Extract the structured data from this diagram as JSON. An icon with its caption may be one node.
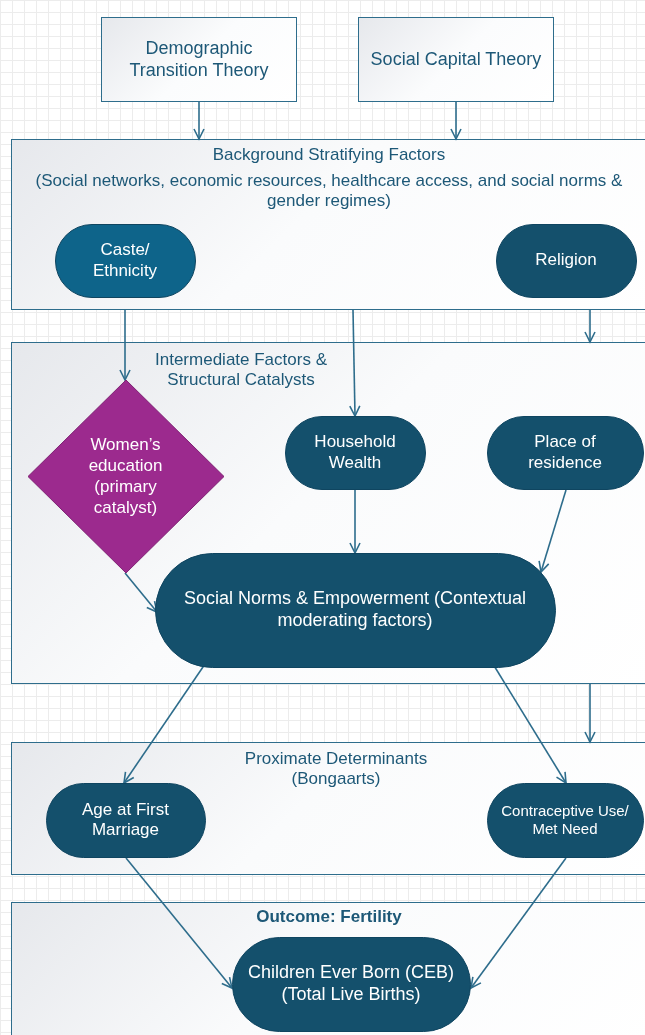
{
  "diagram": {
    "nodes": [
      {
        "text": [
          "Demographic Transition Theory"
        ]
      },
      {
        "text": [
          "Social Capital Theory"
        ]
      },
      {
        "text": [
          "Background Stratifying Factors",
          "(Social networks, economic resources, healthcare access, and social norms & gender regimes)"
        ]
      },
      {
        "text": [
          "Caste/ Ethnicity"
        ],
        "in": 2
      },
      {
        "text": [
          "Religion"
        ],
        "in": 2
      },
      {
        "text": [
          "Intermediate Factors & Structural Catalysts"
        ]
      },
      {
        "text": [
          "Women’s education (primary catalyst)"
        ],
        "in": 5
      },
      {
        "text": [
          "Household Wealth"
        ],
        "in": 5
      },
      {
        "text": [
          "Place of residence"
        ],
        "in": 5
      },
      {
        "text": [
          "Social Norms & Empowerment (Contextual moderating factors)"
        ],
        "in": 5
      },
      {
        "text": [
          "Proximate Determinants (Bongaarts)"
        ]
      },
      {
        "text": [
          "Age at First Marriage"
        ],
        "in": 10
      },
      {
        "text": [
          "Contraceptive Use/ Met Need"
        ],
        "in": 10
      },
      {
        "text": [
          "Outcome: Fertility"
        ]
      },
      {
        "text": [
          "Children Ever Born (CEB) (Total Live Births)"
        ],
        "in": 13
      }
    ],
    "edges": [
      {
        "from": 0,
        "to": 2,
        "arrow": "to"
      },
      {
        "from": 1,
        "to": 2,
        "arrow": "to"
      },
      {
        "from": 2,
        "to": 6,
        "arrow": "to"
      },
      {
        "from": 2,
        "to": 7,
        "arrow": "to"
      },
      {
        "from": 2,
        "to": 5,
        "arrow": "to"
      },
      {
        "from": 6,
        "to": 9,
        "arrow": "to"
      },
      {
        "from": 7,
        "to": 9,
        "arrow": "to"
      },
      {
        "from": 8,
        "to": 9,
        "arrow": "to"
      },
      {
        "from": 9,
        "to": 11,
        "arrow": "to"
      },
      {
        "from": 9,
        "to": 12,
        "arrow": "to"
      },
      {
        "from": 5,
        "to": 10,
        "arrow": "to"
      },
      {
        "from": 11,
        "to": 14,
        "arrow": "to"
      },
      {
        "from": 12,
        "to": 14,
        "arrow": "to"
      }
    ]
  }
}
